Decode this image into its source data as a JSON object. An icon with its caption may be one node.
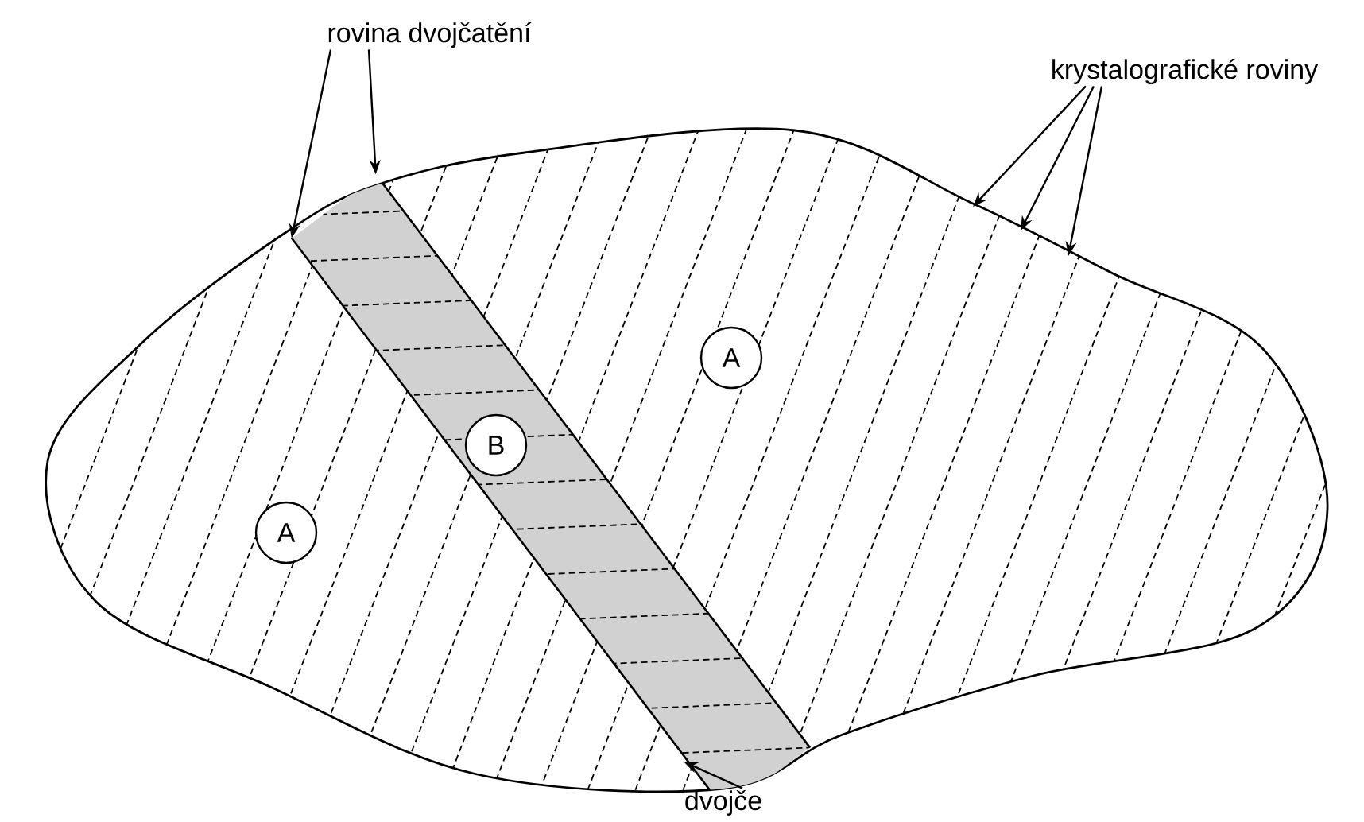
{
  "diagram": {
    "nodes": [
      {
        "text": [
          "rovina dvojčatění"
        ]
      },
      {
        "text": [
          "krystalografické roviny"
        ]
      },
      {
        "text": [
          "A"
        ]
      },
      {
        "text": [
          "B"
        ],
        "in": 5
      },
      {
        "text": [
          "A"
        ]
      },
      {
        "text": [],
        "shape": "bar"
      },
      {
        "text": [
          "dvojče"
        ]
      }
    ],
    "edges": [
      {
        "from": 0,
        "to": 5,
        "arrow": "to"
      },
      {
        "from": 0,
        "to": 5,
        "arrow": "to"
      },
      {
        "from": 1,
        "to": null,
        "arrow": "to"
      },
      {
        "from": 1,
        "to": null,
        "arrow": "to"
      },
      {
        "from": 1,
        "to": null,
        "arrow": "to"
      },
      {
        "from": 6,
        "to": 5,
        "arrow": "to"
      }
    ]
  }
}
